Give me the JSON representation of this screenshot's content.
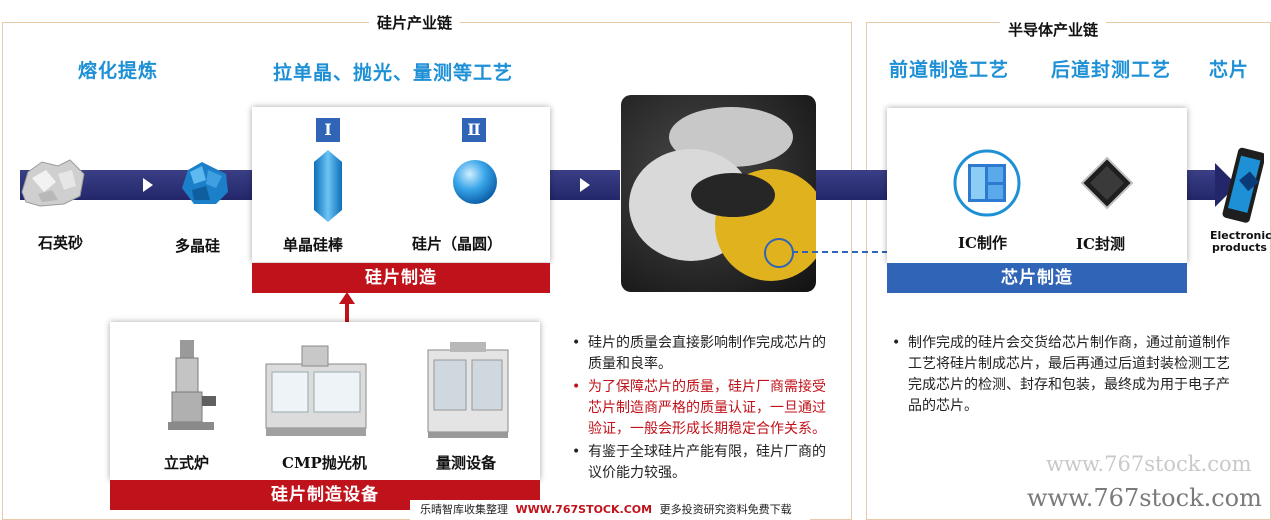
{
  "sections": {
    "wafer_chain_title": "硅片产业链",
    "semi_chain_title": "半导体产业链"
  },
  "stage_headers": {
    "melting": "熔化提炼",
    "crystal": "拉单晶、抛光、量测等工艺",
    "front_end": "前道制造工艺",
    "back_end": "后道封测工艺",
    "chip": "芯片"
  },
  "roman": {
    "one": "Ⅰ",
    "two": "Ⅱ"
  },
  "nodes": {
    "quartz": "石英砂",
    "polysilicon": "多晶硅",
    "ingot": "单晶硅棒",
    "wafer": "硅片（晶圆）",
    "ic_fab": "IC制作",
    "ic_test": "IC封测",
    "electronic_1": "Electronic",
    "electronic_2": "products"
  },
  "bars": {
    "wafer_mfg": "硅片制造",
    "chip_mfg": "芯片制造",
    "wafer_equipment": "硅片制造设备"
  },
  "equipment": {
    "furnace": "立式炉",
    "cmp": "CMP抛光机",
    "metrology": "量测设备"
  },
  "bullets_middle": [
    {
      "text": "硅片的质量会直接影响制作完成芯片的质量和良率。",
      "highlight": false
    },
    {
      "text": "为了保障芯片的质量，硅片厂商需接受芯片制造商严格的质量认证，一旦通过验证，一般会形成长期稳定合作关系。",
      "highlight": true
    },
    {
      "text": "有鉴于全球硅片产能有限，硅片厂商的议价能力较强。",
      "highlight": false
    }
  ],
  "bullets_right": [
    {
      "text": "制作完成的硅片会交货给芯片制作商，通过前道制作工艺将硅片制成芯片，最后再通过后道封装检测工艺完成芯片的检测、封存和包装，最终成为用于电子产品的芯片。"
    }
  ],
  "footer": {
    "left": "乐晴智库收集整理",
    "site": "WWW.767STOCK.COM",
    "right": "更多投资研究资料免费下载"
  },
  "watermarks": {
    "one": "www.767stock.com",
    "two": "www.767stock.com"
  },
  "colors": {
    "accent_blue": "#1e90d6",
    "band": "#2b2f75",
    "red": "#c0121a",
    "chip_blue": "#2f64b7"
  }
}
